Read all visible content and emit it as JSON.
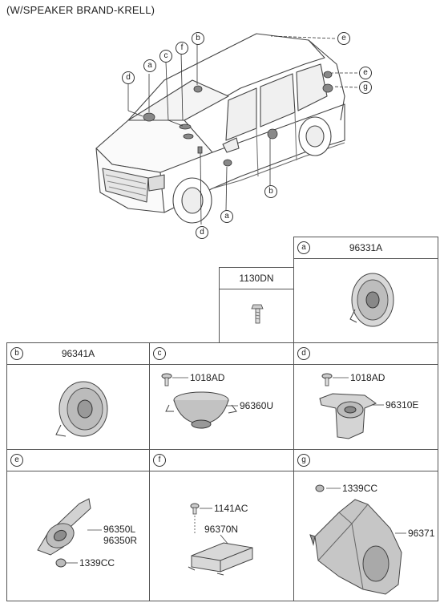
{
  "title": "(W/SPEAKER BRAND-KRELL)",
  "car_callouts": {
    "a_top": "a",
    "c_top": "c",
    "f_top": "f",
    "b_top": "b",
    "d_top": "d",
    "e_top": "e",
    "e_mid": "e",
    "g_mid": "g",
    "b_side": "b",
    "a_bottom": "a",
    "d_bottom": "d"
  },
  "panels": {
    "p1130": {
      "header": "1130DN"
    },
    "a": {
      "letter": "a",
      "header": "96331A"
    },
    "b": {
      "letter": "b",
      "header": "96341A"
    },
    "c": {
      "letter": "c",
      "labels": [
        "1018AD",
        "96360U"
      ]
    },
    "d": {
      "letter": "d",
      "labels": [
        "1018AD",
        "96310E"
      ]
    },
    "e": {
      "letter": "e",
      "labels": [
        "96350L",
        "96350R",
        "1339CC"
      ]
    },
    "f": {
      "letter": "f",
      "labels": [
        "1141AC",
        "96370N"
      ]
    },
    "g": {
      "letter": "g",
      "labels": [
        "1339CC",
        "96371"
      ]
    }
  }
}
